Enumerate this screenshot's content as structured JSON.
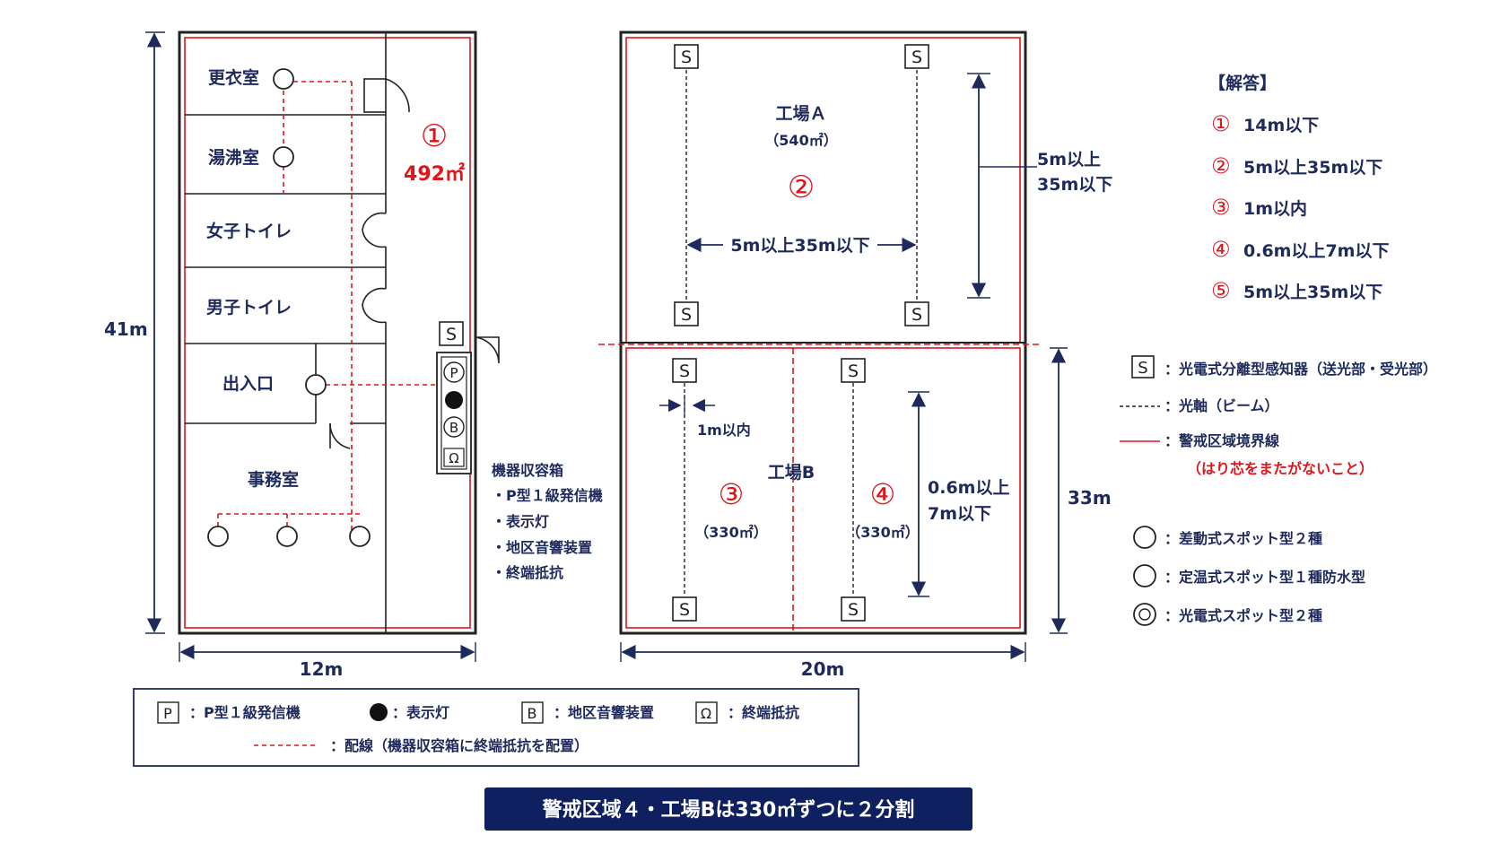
{
  "left_plan": {
    "rooms": [
      "更衣室",
      "湯沸室",
      "女子トイレ",
      "男子トイレ",
      "出入口",
      "事務室"
    ],
    "zone_no": "①",
    "zone_area": "492㎡",
    "height_dim": "41m",
    "width_dim": "12m"
  },
  "equipment_box": {
    "symbols": [
      "S",
      "P",
      "B",
      "Ω"
    ],
    "title": "機器収容箱",
    "items": [
      "・P型１級発信機",
      "・表示灯",
      "・地区音響装置",
      "・終端抵抗"
    ]
  },
  "right_plan": {
    "factory_a": "工場Ａ",
    "factory_a_area": "（540㎡）",
    "zone2": "②",
    "spacing_label": "5m以上35m以下",
    "vertical_label_1": "5m以上",
    "vertical_label_2": "35m以下",
    "factory_b": "工場B",
    "zone3": "③",
    "zone3_area": "（330㎡）",
    "zone4": "④",
    "zone4_area": "（330㎡）",
    "wall_label": "1m以内",
    "beam_label_1": "0.6m以上",
    "beam_label_2": "7m以下",
    "height_dim": "33m",
    "width_dim": "20m",
    "sensor_symbol": "S"
  },
  "answers": {
    "title": "【解答】",
    "items": [
      {
        "no": "①",
        "text": "14m以下"
      },
      {
        "no": "②",
        "text": "5m以上35m以下"
      },
      {
        "no": "③",
        "text": "1m以内"
      },
      {
        "no": "④",
        "text": "0.6m以上7m以下"
      },
      {
        "no": "⑤",
        "text": "5m以上35m以下"
      }
    ]
  },
  "legend_right": {
    "s_symbol": "S",
    "s_text": "：光電式分離型感知器（送光部・受光部）",
    "beam_text": "：光軸（ビーム）",
    "boundary_text": "：警戒区域境界線",
    "boundary_note": "（はり芯をまたがないこと）",
    "diff_text": "：差動式スポット型２種",
    "fixed_text": "：定温式スポット型１種防水型",
    "photo_text": "：光電式スポット型２種"
  },
  "legend_bottom": {
    "p_symbol": "P",
    "p_text": "：P型１級発信機",
    "lamp_text": "：表示灯",
    "b_symbol": "B",
    "b_text": "：地区音響装置",
    "omega_symbol": "Ω",
    "omega_text": "：終端抵抗",
    "wiring_text": "：配線（機器収容箱に終端抵抗を配置）"
  },
  "banner": "警戒区域４・工場Bは330㎡ずつに２分割",
  "colors": {
    "navy": "#1f2a5c",
    "red": "#e0141b",
    "banner_bg": "#0f2060"
  }
}
